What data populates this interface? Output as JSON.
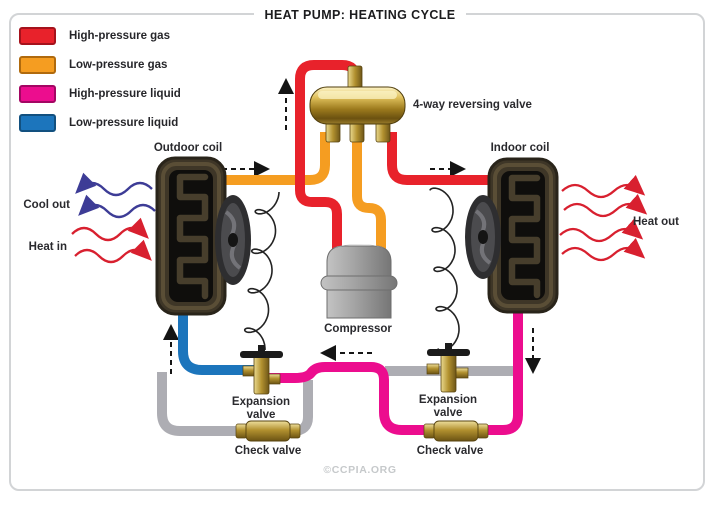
{
  "title": "HEAT PUMP: HEATING CYCLE",
  "watermark": "©CCPIA.ORG",
  "legend": {
    "items": [
      {
        "label": "High-pressure gas",
        "color": "#E8222B"
      },
      {
        "label": "Low-pressure gas",
        "color": "#F59D21"
      },
      {
        "label": "High-pressure liquid",
        "color": "#EC0D8E"
      },
      {
        "label": "Low-pressure liquid",
        "color": "#1C75BC"
      }
    ]
  },
  "labels": {
    "outdoor_coil": "Outdoor coil",
    "indoor_coil": "Indoor coil",
    "reversing_valve": "4-way reversing valve",
    "compressor": "Compressor",
    "expansion_valve": "Expansion valve",
    "check_valve": "Check valve"
  },
  "airflow": {
    "cool_out": "Cool out",
    "heat_in": "Heat in",
    "heat_out": "Heat out"
  },
  "colors": {
    "high_pressure_gas": "#E8222B",
    "low_pressure_gas": "#F59D21",
    "high_pressure_liquid": "#EC0D8E",
    "low_pressure_liquid": "#1C75BC",
    "inactive_pipe": "#ADADB3",
    "brass": "#C9A83E",
    "compressor_gray": "#9A9A9A",
    "coil_body": "#3E3627",
    "cool_air_arrow": "#3D3C96",
    "warm_air_arrow": "#D8202F"
  }
}
